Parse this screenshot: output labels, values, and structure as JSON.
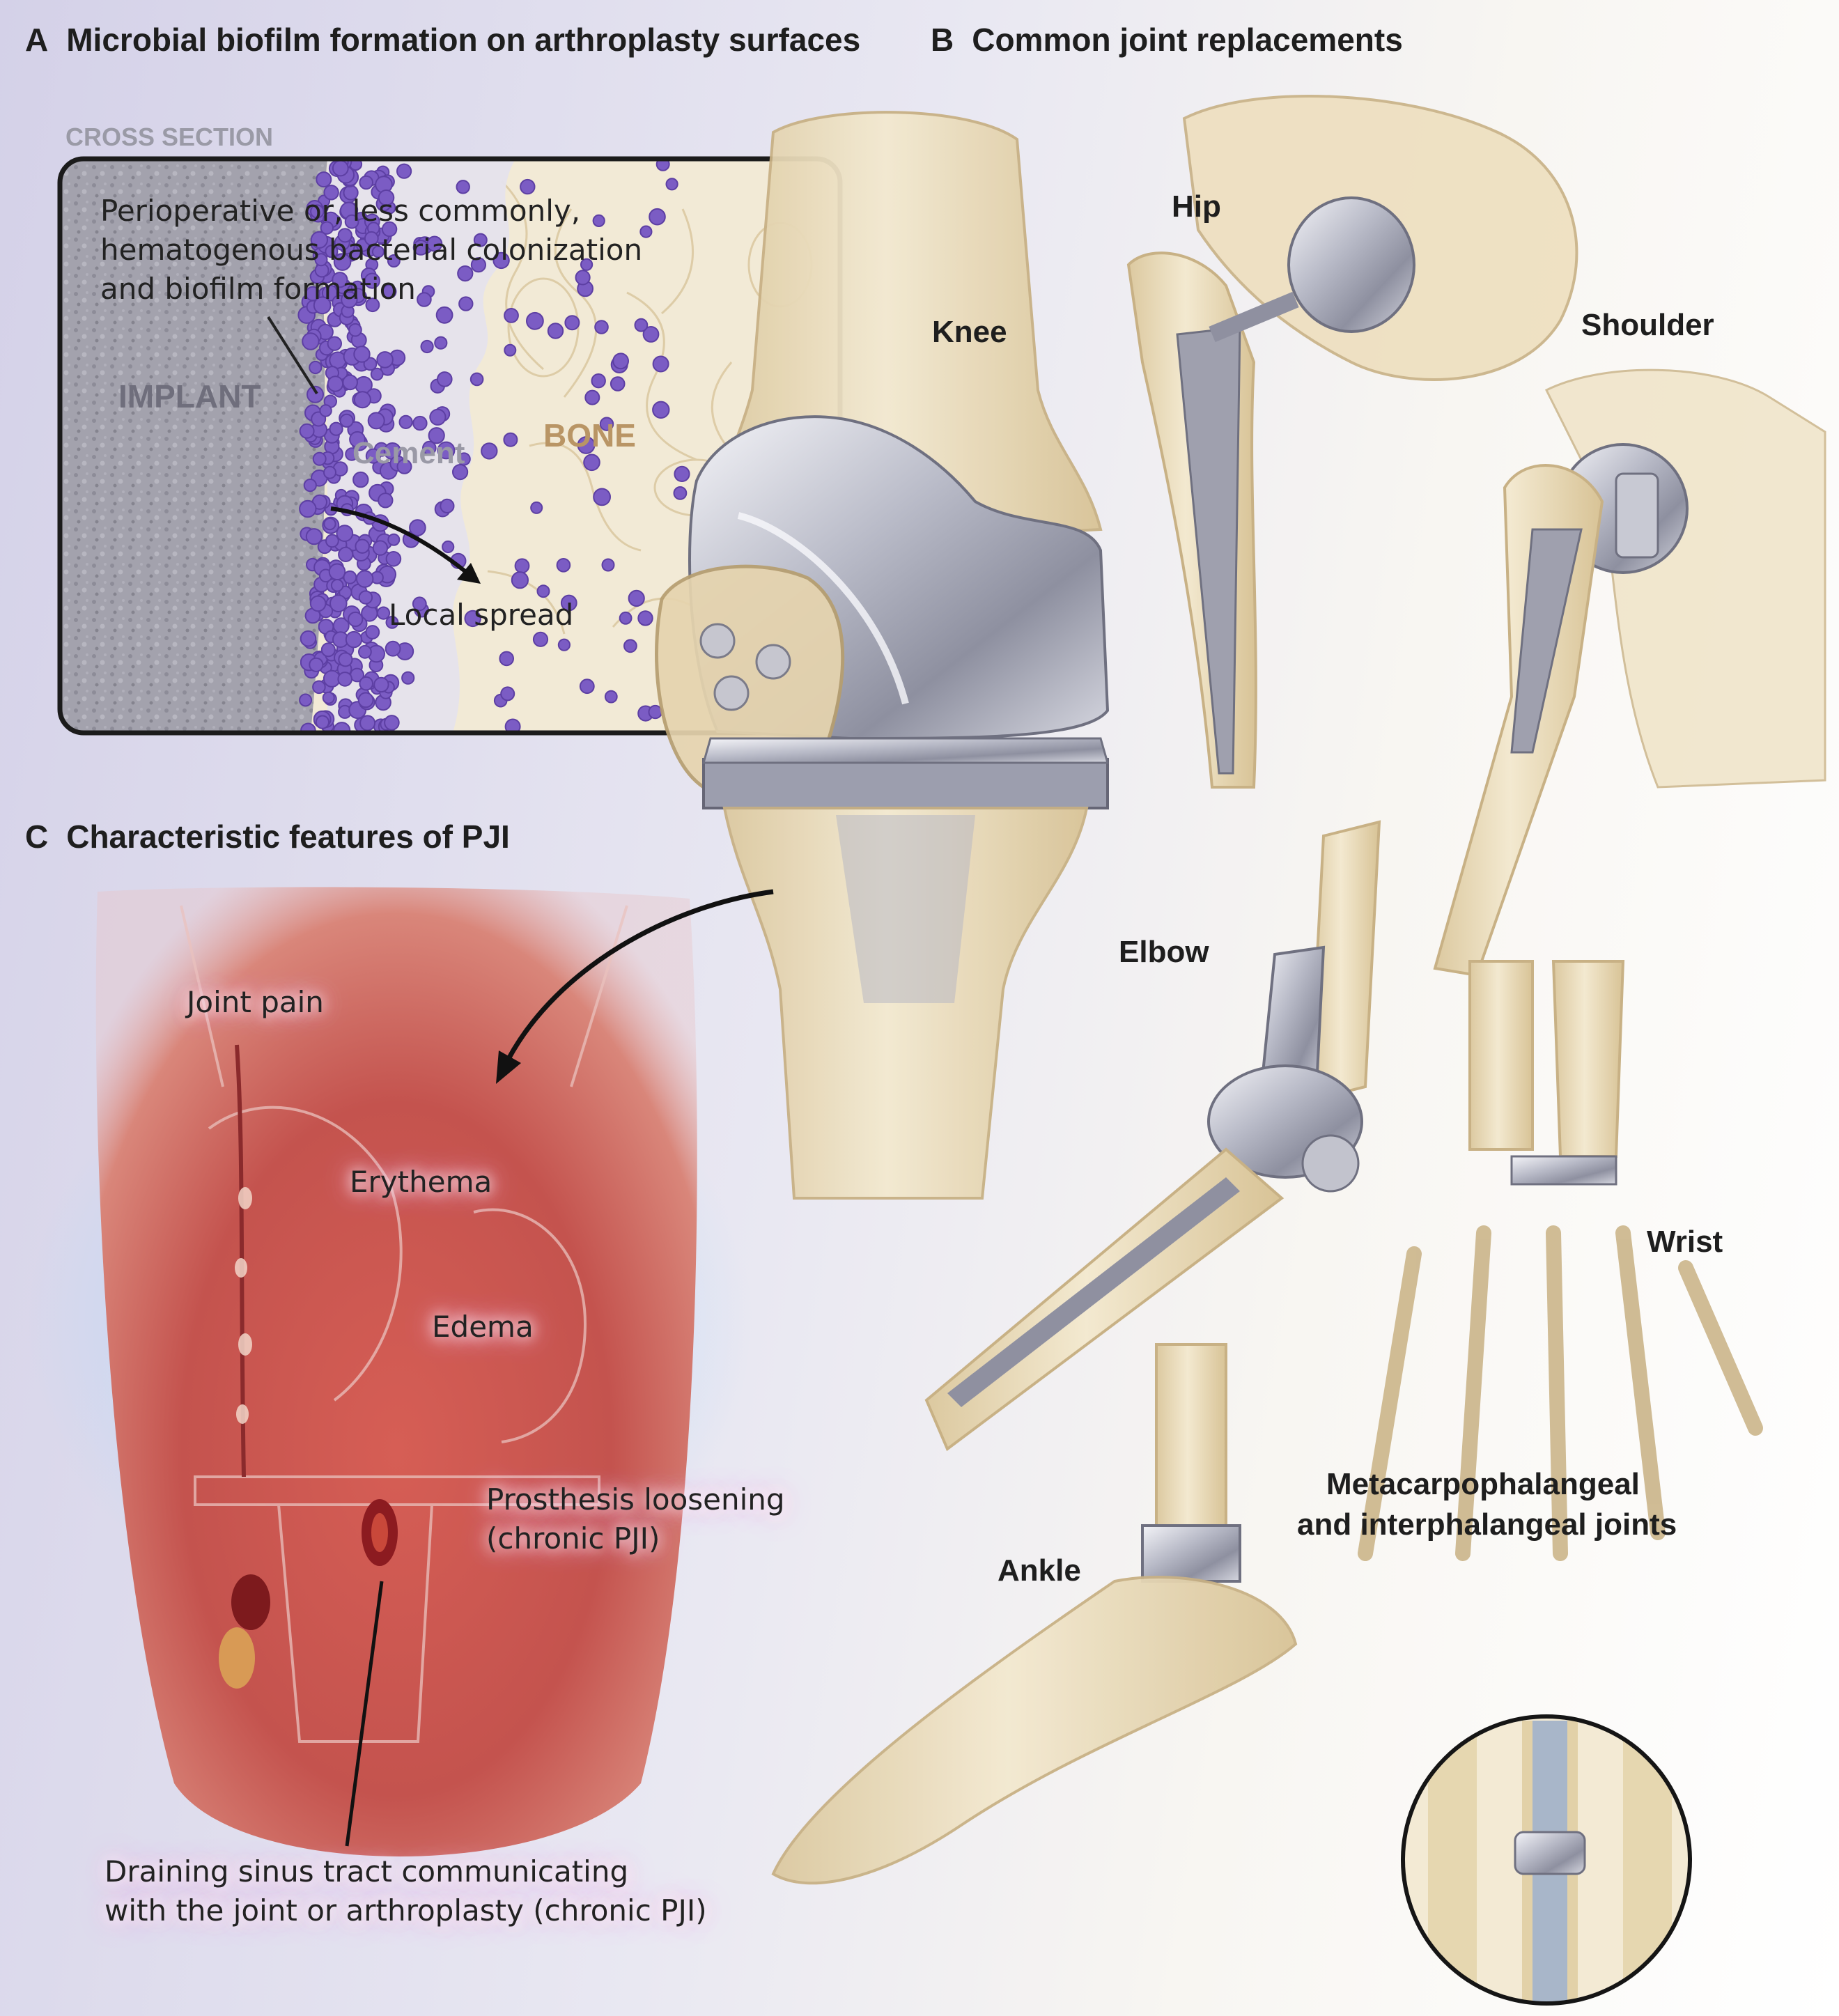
{
  "panel_a": {
    "letter": "A",
    "title": "Microbial biofilm formation on arthroplasty surfaces",
    "cross_section_label": "CROSS SECTION",
    "implant_label": "IMPLANT",
    "bone_label": "BONE",
    "cement_label": "Cement",
    "colonization_text": [
      "Perioperative or, less commonly,",
      "hematogenous bacterial colonization",
      "and biofilm formation"
    ],
    "local_spread_label": "Local spread"
  },
  "panel_b": {
    "letter": "B",
    "title": "Common joint replacements",
    "knee": "Knee",
    "hip": "Hip",
    "shoulder": "Shoulder",
    "elbow": "Elbow",
    "wrist": "Wrist",
    "ankle": "Ankle",
    "small_joints": [
      "Metacarpophalangeal",
      "and interphalangeal joints"
    ]
  },
  "panel_c": {
    "letter": "C",
    "title": "Characteristic features of PJI",
    "joint_pain": "Joint pain",
    "erythema": "Erythema",
    "edema": "Edema",
    "loosening": [
      "Prosthesis loosening",
      "(chronic PJI)"
    ],
    "sinus_tract": [
      "Draining sinus tract communicating",
      "with the joint or arthroplasty (chronic PJI)"
    ]
  },
  "colors": {
    "bacteria": "#7b5cc4",
    "implant": "#9c9aa8",
    "bone": "#eadfc4",
    "skin_erythema": "#c8504a",
    "metal": "#c4c6d0"
  }
}
